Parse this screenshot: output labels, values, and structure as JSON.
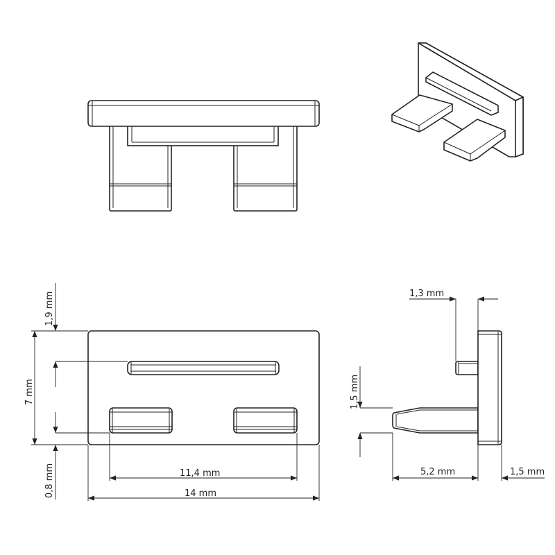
{
  "views": [
    "front-view",
    "isometric-view",
    "top-view",
    "side-view"
  ],
  "dimensions": {
    "top_offset": "1,9 mm",
    "height": "7 mm",
    "bottom_offset": "0,8 mm",
    "leg_span": "11,4 mm",
    "width": "14 mm",
    "short_peg": "1,3 mm",
    "peg_thickness": "1,5 mm",
    "peg_length": "5,2 mm",
    "plate_thickness": "1,5 mm"
  },
  "colors": {
    "line": "#222222",
    "background": "#ffffff"
  }
}
